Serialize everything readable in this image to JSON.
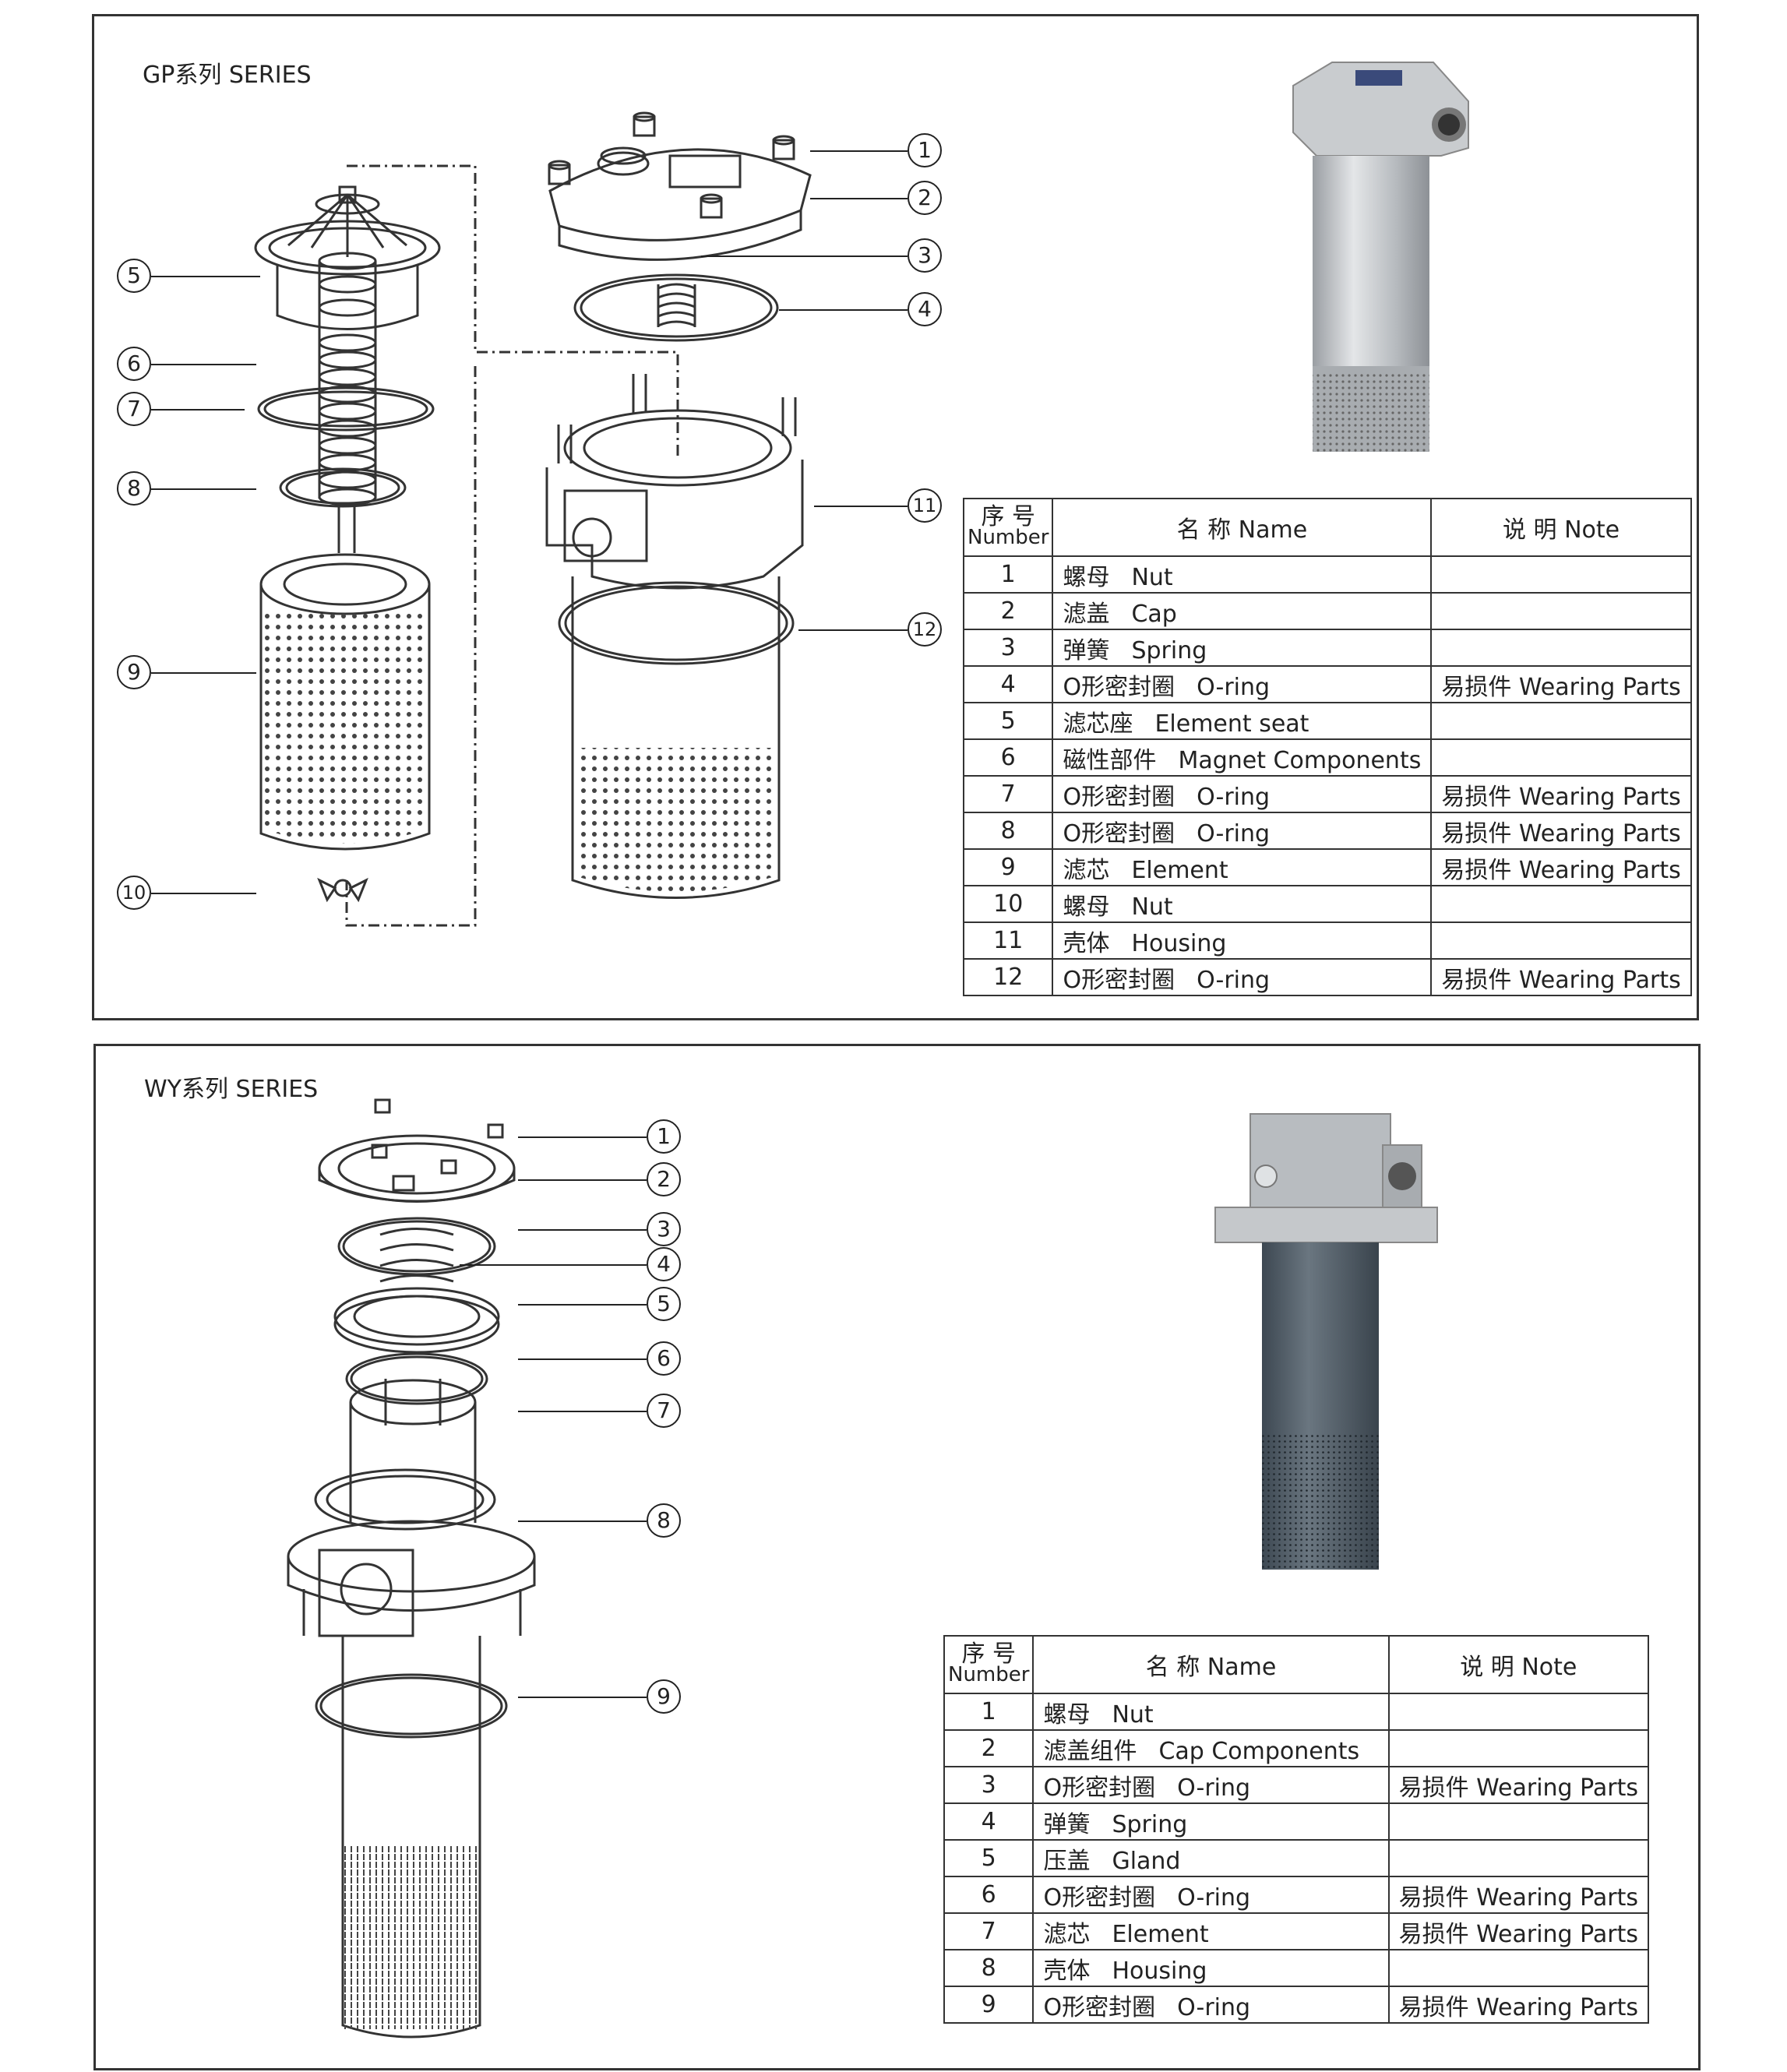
{
  "gp": {
    "title": "GP系列  SERIES",
    "callouts": [
      "1",
      "2",
      "3",
      "4",
      "5",
      "6",
      "7",
      "8",
      "9",
      "10",
      "11",
      "12"
    ],
    "table": {
      "header": {
        "num_cn": "序 号",
        "num_en": "Number",
        "name": "名  称 Name",
        "note": "说 明 Note"
      },
      "rows": [
        {
          "num": "1",
          "cn": "螺母",
          "en": "Nut",
          "note": ""
        },
        {
          "num": "2",
          "cn": "滤盖",
          "en": "Cap",
          "note": ""
        },
        {
          "num": "3",
          "cn": "弹簧",
          "en": "Spring",
          "note": ""
        },
        {
          "num": "4",
          "cn": "O形密封圈",
          "en": "O-ring",
          "note": "易损件 Wearing Parts"
        },
        {
          "num": "5",
          "cn": "滤芯座",
          "en": "Element seat",
          "note": ""
        },
        {
          "num": "6",
          "cn": "磁性部件",
          "en": "Magnet Components",
          "note": ""
        },
        {
          "num": "7",
          "cn": "O形密封圈",
          "en": "O-ring",
          "note": "易损件 Wearing Parts"
        },
        {
          "num": "8",
          "cn": "O形密封圈",
          "en": "O-ring",
          "note": "易损件 Wearing Parts"
        },
        {
          "num": "9",
          "cn": "滤芯",
          "en": "Element",
          "note": "易损件 Wearing Parts"
        },
        {
          "num": "10",
          "cn": "螺母",
          "en": "Nut",
          "note": ""
        },
        {
          "num": "11",
          "cn": "壳体",
          "en": "Housing",
          "note": ""
        },
        {
          "num": "12",
          "cn": "O形密封圈",
          "en": "O-ring",
          "note": "易损件 Wearing Parts"
        }
      ]
    }
  },
  "wy": {
    "title": "WY系列 SERIES",
    "callouts": [
      "1",
      "2",
      "3",
      "4",
      "5",
      "6",
      "7",
      "8",
      "9"
    ],
    "table": {
      "header": {
        "num_cn": "序 号",
        "num_en": "Number",
        "name": "名  称 Name",
        "note": "说 明 Note"
      },
      "rows": [
        {
          "num": "1",
          "cn": "螺母",
          "en": "Nut",
          "note": ""
        },
        {
          "num": "2",
          "cn": "滤盖组件",
          "en": "Cap Components",
          "note": ""
        },
        {
          "num": "3",
          "cn": "O形密封圈",
          "en": "O-ring",
          "note": "易损件 Wearing Parts"
        },
        {
          "num": "4",
          "cn": "弹簧",
          "en": "Spring",
          "note": ""
        },
        {
          "num": "5",
          "cn": "压盖",
          "en": "Gland",
          "note": ""
        },
        {
          "num": "6",
          "cn": "O形密封圈",
          "en": "O-ring",
          "note": "易损件 Wearing Parts"
        },
        {
          "num": "7",
          "cn": "滤芯",
          "en": "Element",
          "note": "易损件 Wearing Parts"
        },
        {
          "num": "8",
          "cn": "壳体",
          "en": "Housing",
          "note": ""
        },
        {
          "num": "9",
          "cn": "O形密封圈",
          "en": "O-ring",
          "note": "易损件 Wearing Parts"
        }
      ]
    }
  }
}
